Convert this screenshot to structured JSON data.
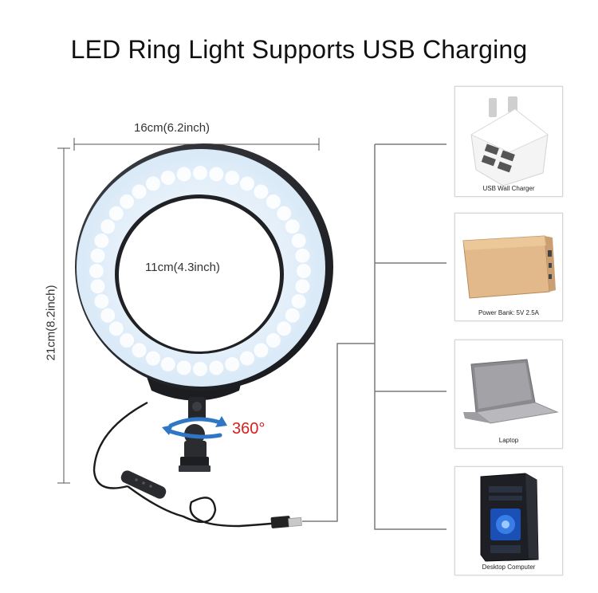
{
  "title": "LED Ring Light Supports USB Charging",
  "dimensions": {
    "outer_width": "16cm(6.2inch)",
    "inner_width": "11cm(4.3inch)",
    "height": "21cm(8.2inch)"
  },
  "rotation_label": "360°",
  "devices": [
    {
      "label": "USB Wall Charger",
      "icon": "wall-charger"
    },
    {
      "label": "Power Bank: 5V 2.5A",
      "icon": "power-bank"
    },
    {
      "label": "Laptop",
      "icon": "laptop"
    },
    {
      "label": "Desktop Computer",
      "icon": "desktop-computer"
    }
  ],
  "colors": {
    "ring_body": "#26282c",
    "led": "#eef6ff",
    "rotation_arrow": "#2f77c4",
    "rotation_text": "#d81e1e",
    "connector_lines": "#7a7a7a"
  }
}
